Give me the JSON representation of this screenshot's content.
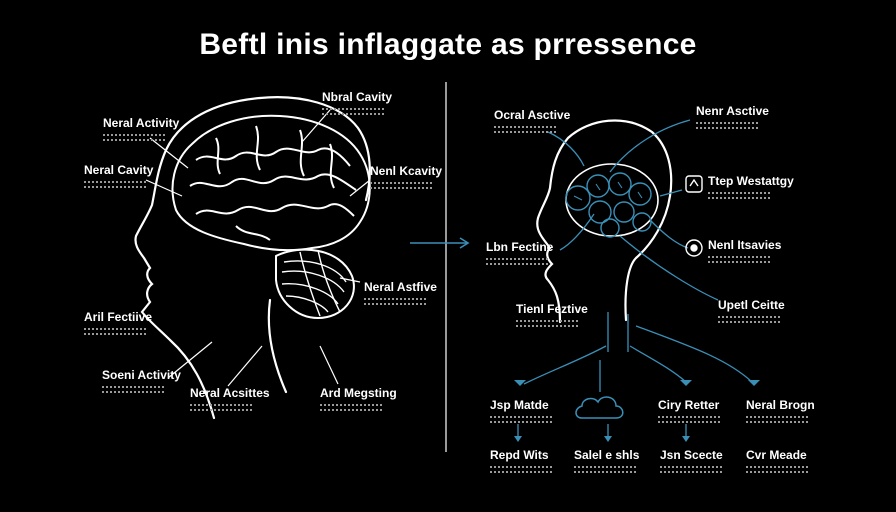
{
  "title": "Beftl inis inflaggate as prressence",
  "left_labels": [
    {
      "text": "Neral Activity"
    },
    {
      "text": "Neral Cavity"
    },
    {
      "text": "Nbral Cavity"
    },
    {
      "text": "Nenl Kcavity"
    },
    {
      "text": "Neral Astfive"
    },
    {
      "text": "Aril Fectiive"
    },
    {
      "text": "Soeni Activity"
    },
    {
      "text": "Neral Acsittes"
    },
    {
      "text": "Ard Megsting"
    }
  ],
  "right_labels": [
    {
      "text": "Ocral Asctive"
    },
    {
      "text": "Nenr Asctive"
    },
    {
      "text": "Ttep Westattgy"
    },
    {
      "text": "Lbn Fectine"
    },
    {
      "text": "Nenl Itsavies"
    },
    {
      "text": "Tienl Feztive"
    },
    {
      "text": "Upetl Ceitte"
    }
  ],
  "bottom_labels": [
    {
      "text": "Jsp Matde"
    },
    {
      "text": "Ciry Retter"
    },
    {
      "text": "Neral Brogn"
    },
    {
      "text": "Repd Wits"
    },
    {
      "text": "Salel e shls"
    },
    {
      "text": "Jsn Scecte"
    },
    {
      "text": "Cvr Meade"
    }
  ],
  "colors": {
    "background": "#000000",
    "accent": "#3a8fb7",
    "line": "#ffffff"
  }
}
